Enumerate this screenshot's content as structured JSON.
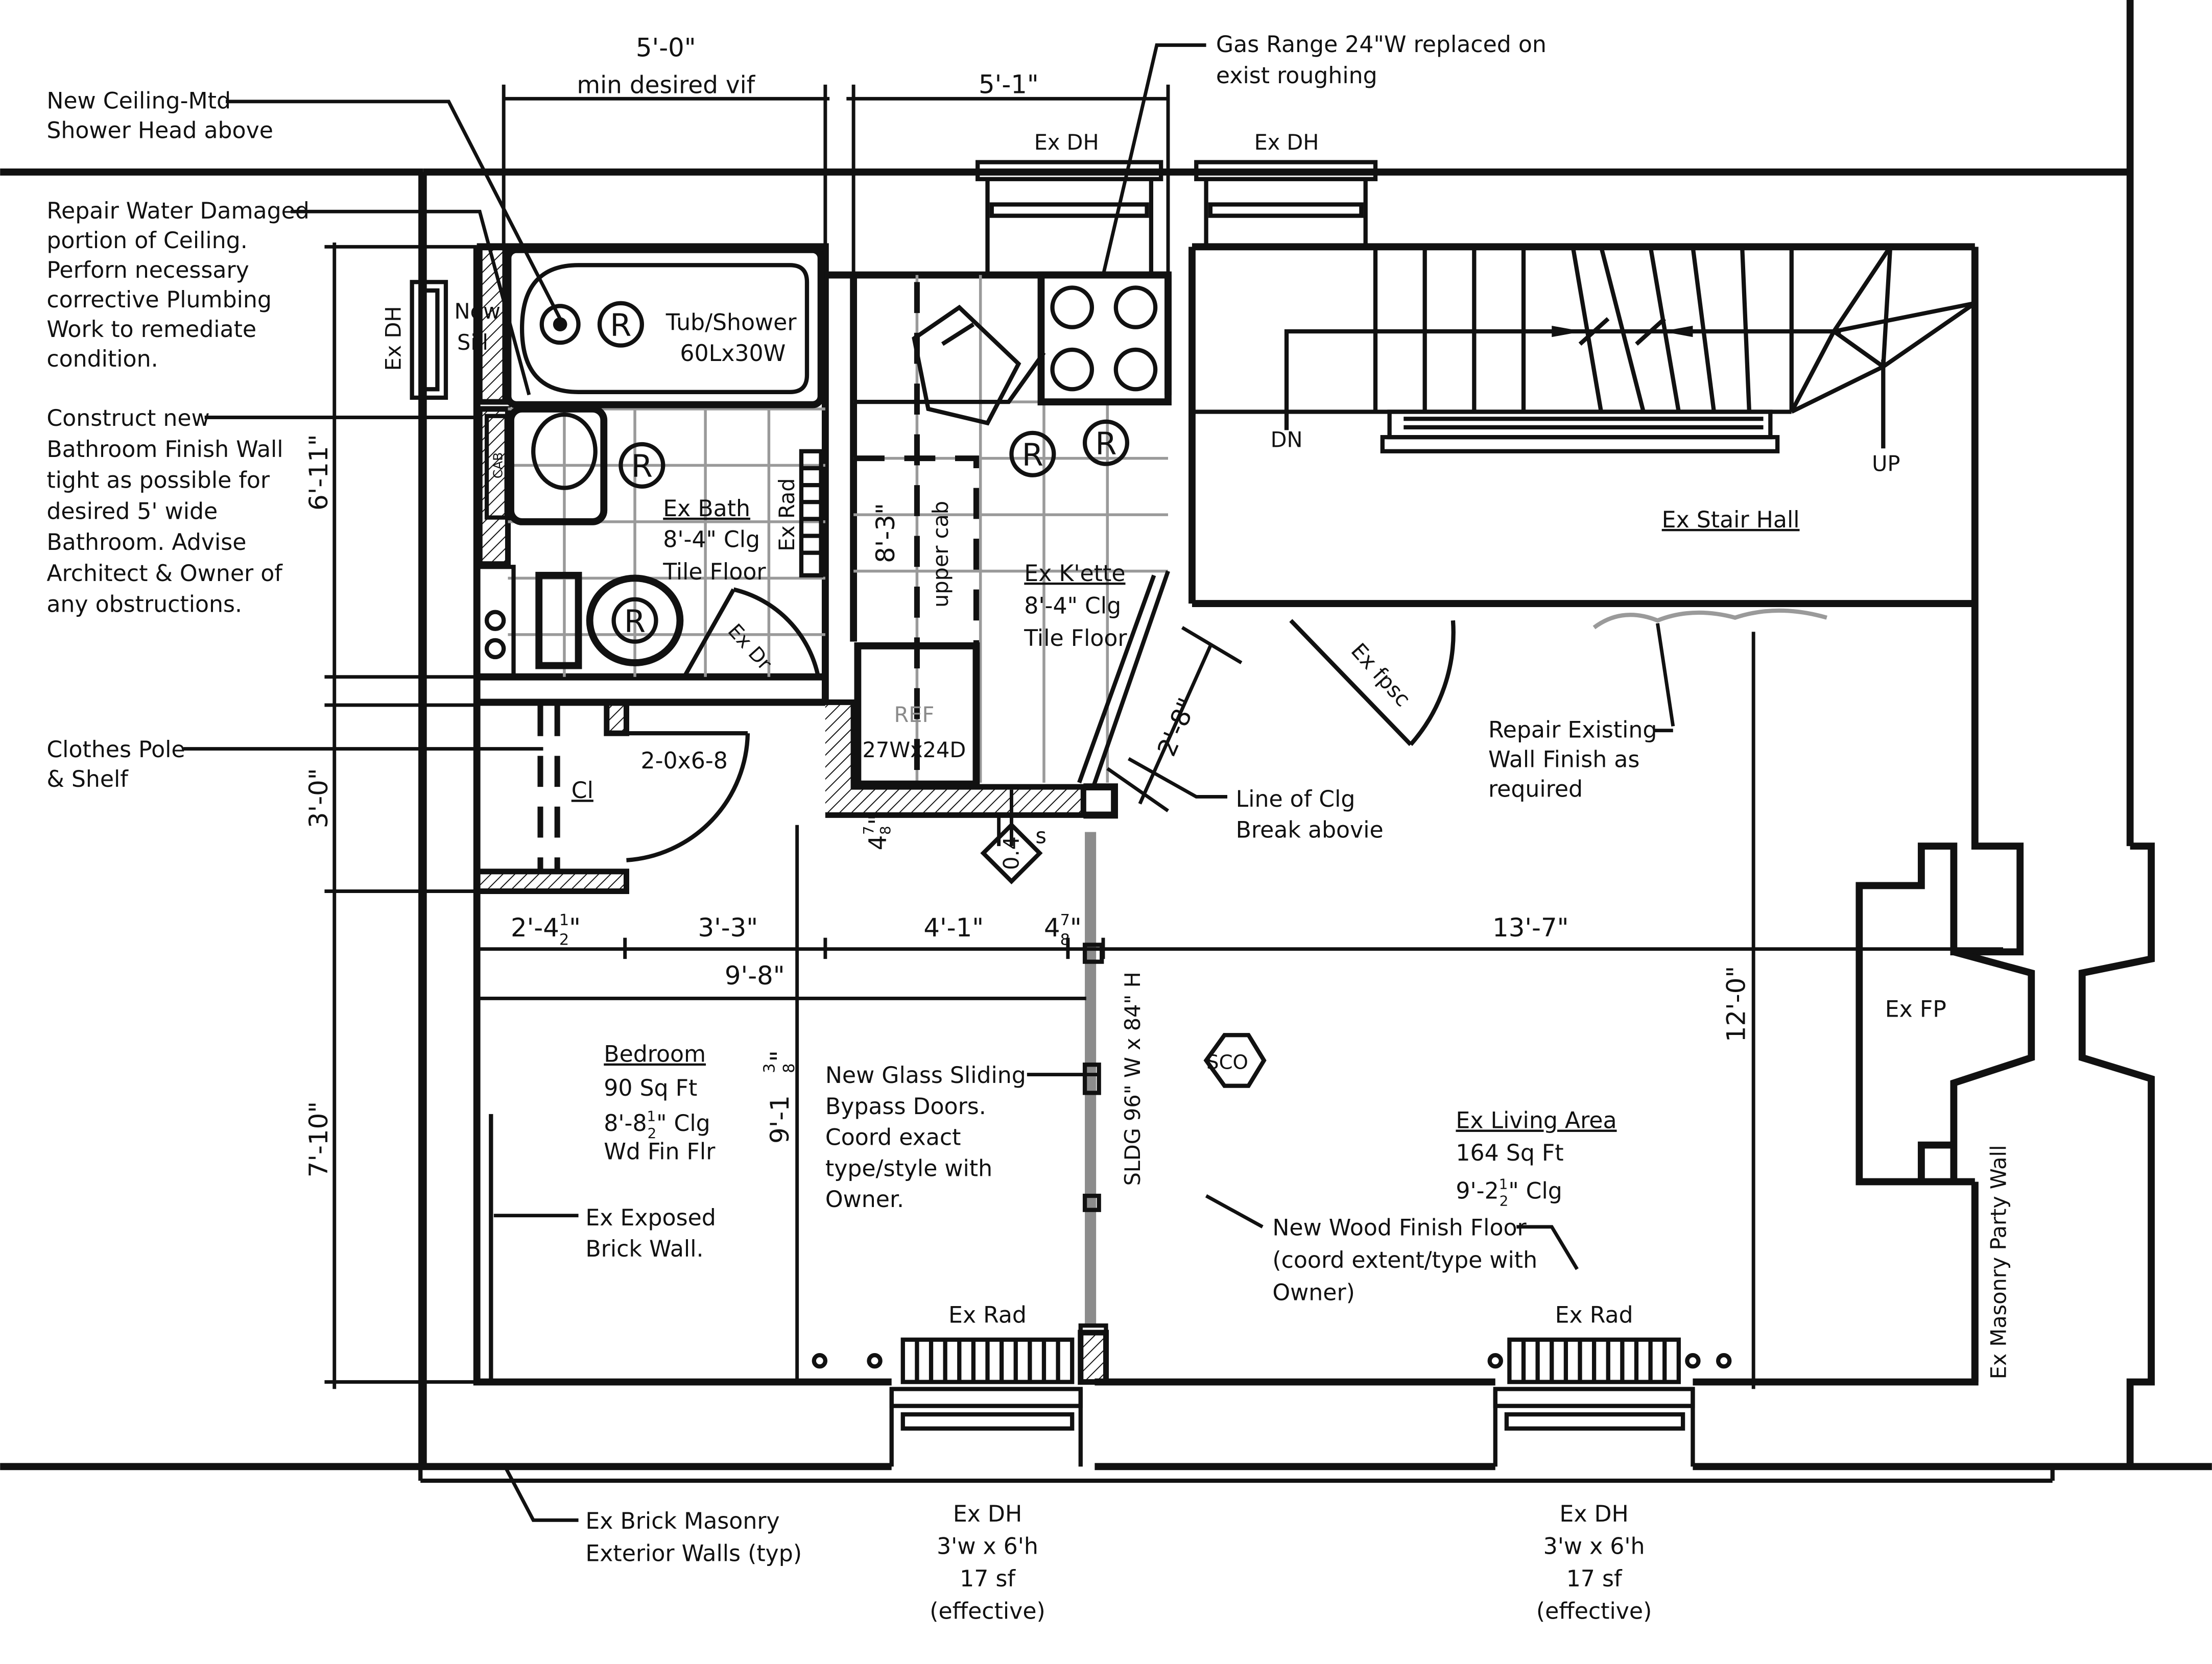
{
  "dimensions": {
    "bath_width": "5'-0\"",
    "bath_width_note": "min desired vif",
    "kitchen_width": "5'-1\"",
    "bath_height": "6'-11\"",
    "closet_height": "3'-0\"",
    "bedroom_height": "7'-10\"",
    "bedroom_depth": "9'-1",
    "bedroom_depth_frac_num": "3",
    "bedroom_depth_frac_den": "8",
    "bedroom_depth_inch": "\"",
    "living_height": "12'-0\"",
    "seg1": "2'-4",
    "seg1_frac_num": "1",
    "seg1_frac_den": "2",
    "seg1_inch": "\"",
    "seg2": "3'-3\"",
    "seg3": "4'-1\"",
    "seg4": "4",
    "seg4_frac_num": "7",
    "seg4_frac_den": "8",
    "seg4_inch": "\"",
    "seg5": "13'-7\"",
    "bedroom_width": "9'-8\"",
    "kitchen_depth": "8'-3\"",
    "clg_break": "2'-8\"",
    "wall_thick": "4",
    "wall_thick_num": "7",
    "wall_thick_den": "8",
    "wall_thick_inch": "\""
  },
  "notes": {
    "shower_head_1": "New Ceiling-Mtd",
    "shower_head_2": "Shower Head above",
    "gas_range_1": "Gas Range 24\"W replaced on",
    "gas_range_2": "exist roughing",
    "repair_1": "Repair Water Damaged",
    "repair_2": "portion of Ceiling.",
    "repair_3": "Perforn necessary",
    "repair_4": "corrective Plumbing",
    "repair_5": "Work to remediate",
    "repair_6": "condition.",
    "construct_1": "Construct new",
    "construct_2": "Bathroom Finish Wall",
    "construct_3": "tight as possible for",
    "construct_4": "desired 5' wide",
    "construct_5": "Bathroom. Advise",
    "construct_6": "Architect & Owner of",
    "construct_7": "any obstructions.",
    "pole_1": "Clothes Pole",
    "pole_2": "& Shelf",
    "clg_break_1": "Line of Clg",
    "clg_break_2": "Break abovie",
    "wall_finish_1": "Repair Existing",
    "wall_finish_2": "Wall Finish as",
    "wall_finish_3": "required",
    "sliding_1": "New Glass Sliding",
    "sliding_2": "Bypass Doors.",
    "sliding_3": "Coord exact",
    "sliding_4": "type/style with",
    "sliding_5": "Owner.",
    "floor_1": "New Wood Finish Floor",
    "floor_2": "(coord extent/type with",
    "floor_3": "Owner)",
    "brick_wall_1": "Ex Exposed",
    "brick_wall_2": "Brick Wall.",
    "ext_walls_1": "Ex Brick Masonry",
    "ext_walls_2": "Exterior Walls (typ)",
    "party_wall": "Ex Masonry Party Wall"
  },
  "rooms": {
    "bath_name": "Ex Bath",
    "bath_clg": "8'-4\" Clg",
    "bath_floor": "Tile Floor",
    "kette_name": "Ex K'ette",
    "kette_clg": "8'-4\" Clg",
    "kette_floor": "Tile Floor",
    "stair_hall": "Ex Stair Hall",
    "bedroom_name": "Bedroom",
    "bedroom_area": "90 Sq Ft",
    "bedroom_clg": "8'-8",
    "bedroom_clg_num": "1",
    "bedroom_clg_den": "2",
    "bedroom_clg_tail": "\" Clg",
    "bedroom_floor": "Wd Fin Flr",
    "living_name": "Ex Living Area",
    "living_area": "164 Sq Ft",
    "living_clg": "9'-2",
    "living_clg_num": "1",
    "living_clg_den": "2",
    "living_clg_tail": "\" Clg",
    "closet": "Cl"
  },
  "fixtures": {
    "tub_1": "Tub/Shower",
    "tub_2": "60Lx30W",
    "new": "New",
    "sill": "Sill",
    "ex_dh": "Ex DH",
    "ex_rad": "Ex Rad",
    "ex_dr": "Ex Dr",
    "upper_cab": "upper cab",
    "ref": "REF",
    "ref_size": "27Wx24D",
    "cab": "CAB",
    "ex_fpsc": "Ex fpsc",
    "door_size": "2-0x6-8",
    "dn": "DN",
    "up": "UP",
    "ex_fp": "Ex FP",
    "sco": "SCO",
    "sldg": "SLDG 96\" W x 84\" H",
    "replace_mark": "R",
    "tag_value": "0.4",
    "tag_suffix": "s"
  },
  "windows": {
    "dh_size": "3'w x 6'h",
    "dh_area": "17 sf",
    "dh_note": "(effective)"
  }
}
